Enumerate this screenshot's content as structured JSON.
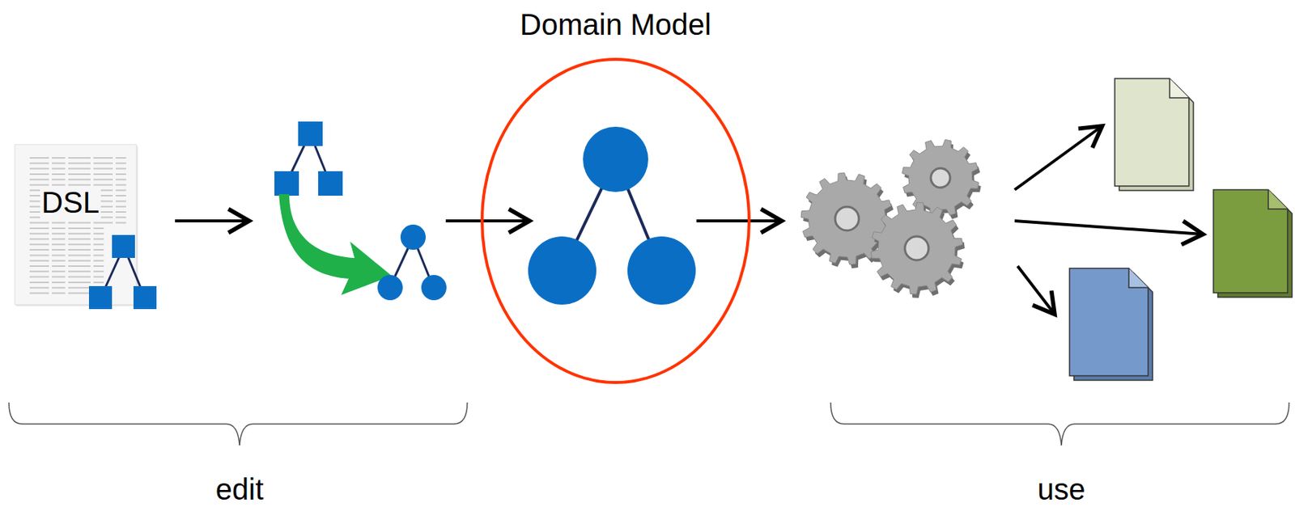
{
  "diagram": {
    "nodes": [
      {
        "text": [
          "DSL"
        ]
      },
      {
        "text": [
          "Domain Model"
        ]
      }
    ],
    "labels": [
      "edit",
      "use"
    ]
  }
}
